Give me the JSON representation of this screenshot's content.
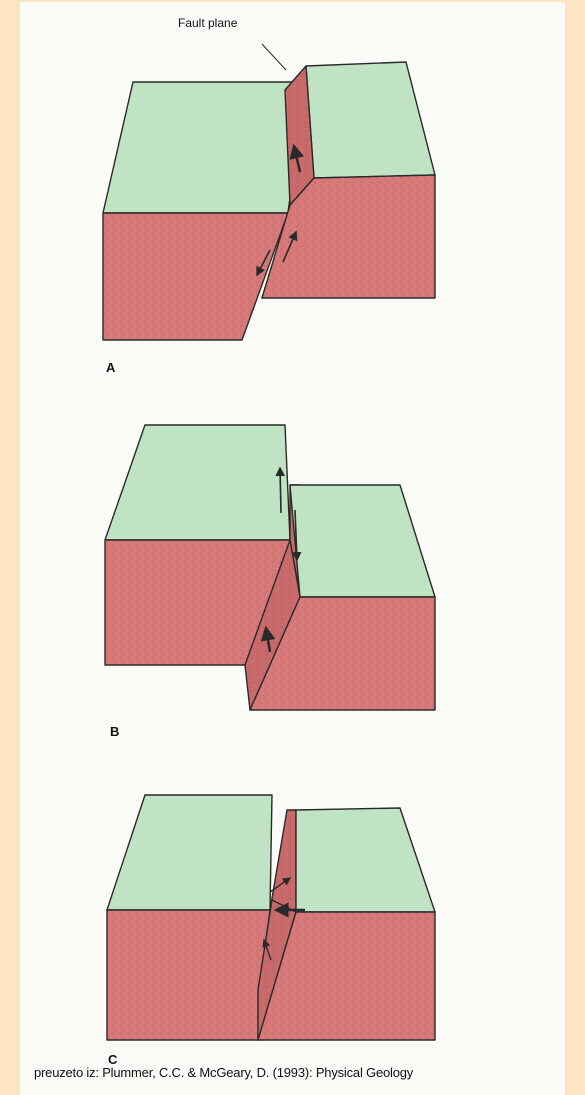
{
  "labels": {
    "fault_plane": "Fault plane",
    "panel_a": "A",
    "panel_b": "B",
    "panel_c": "C"
  },
  "credit": "preuzeto iz: Plummer, C.C. & McGeary, D. (1993): Physical Geology",
  "colors": {
    "top_surface": "#bfe3c3",
    "side_face": "#d67878",
    "outline": "#2a2a2a",
    "arrow": "#2a2a2a",
    "page": "#fbfbf7",
    "border": "#fde4c2"
  }
}
